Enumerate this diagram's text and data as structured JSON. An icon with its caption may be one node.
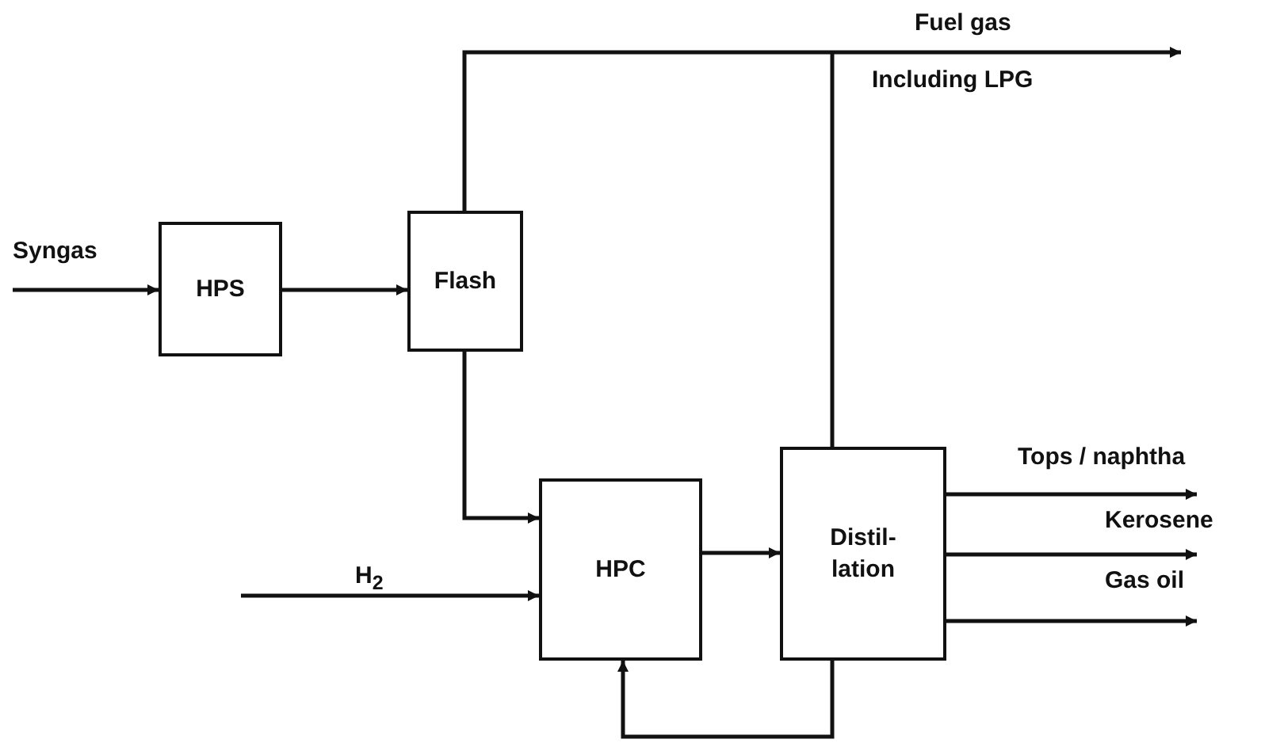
{
  "diagram": {
    "nodes": [
      {
        "text": [
          "HPS"
        ]
      },
      {
        "text": [
          "Flash"
        ]
      },
      {
        "text": [
          "HPC"
        ]
      },
      {
        "text": [
          "Distil- lation"
        ]
      }
    ],
    "edges": [
      {
        "from": null,
        "to": 0,
        "arrow": "to",
        "label": "Syngas"
      },
      {
        "from": 0,
        "to": 1,
        "arrow": "to"
      },
      {
        "from": 1,
        "to": null,
        "arrow": "to",
        "label": "Fuel gas"
      },
      {
        "from": 1,
        "to": 2,
        "arrow": "to"
      },
      {
        "from": null,
        "to": 2,
        "arrow": "to",
        "label": "H$_{2}$"
      },
      {
        "from": 2,
        "to": 3,
        "arrow": "to"
      },
      {
        "from": 3,
        "to": null,
        "arrow": "none"
      },
      {
        "from": 3,
        "to": 2,
        "arrow": "to"
      },
      {
        "from": 3,
        "to": null,
        "arrow": "to",
        "label": "Tops / naphtha"
      },
      {
        "from": 3,
        "to": null,
        "arrow": "to",
        "label": "Kerosene"
      },
      {
        "from": 3,
        "to": null,
        "arrow": "to",
        "label": "Gas  oil"
      }
    ],
    "labels": [
      "Including LPG"
    ]
  }
}
